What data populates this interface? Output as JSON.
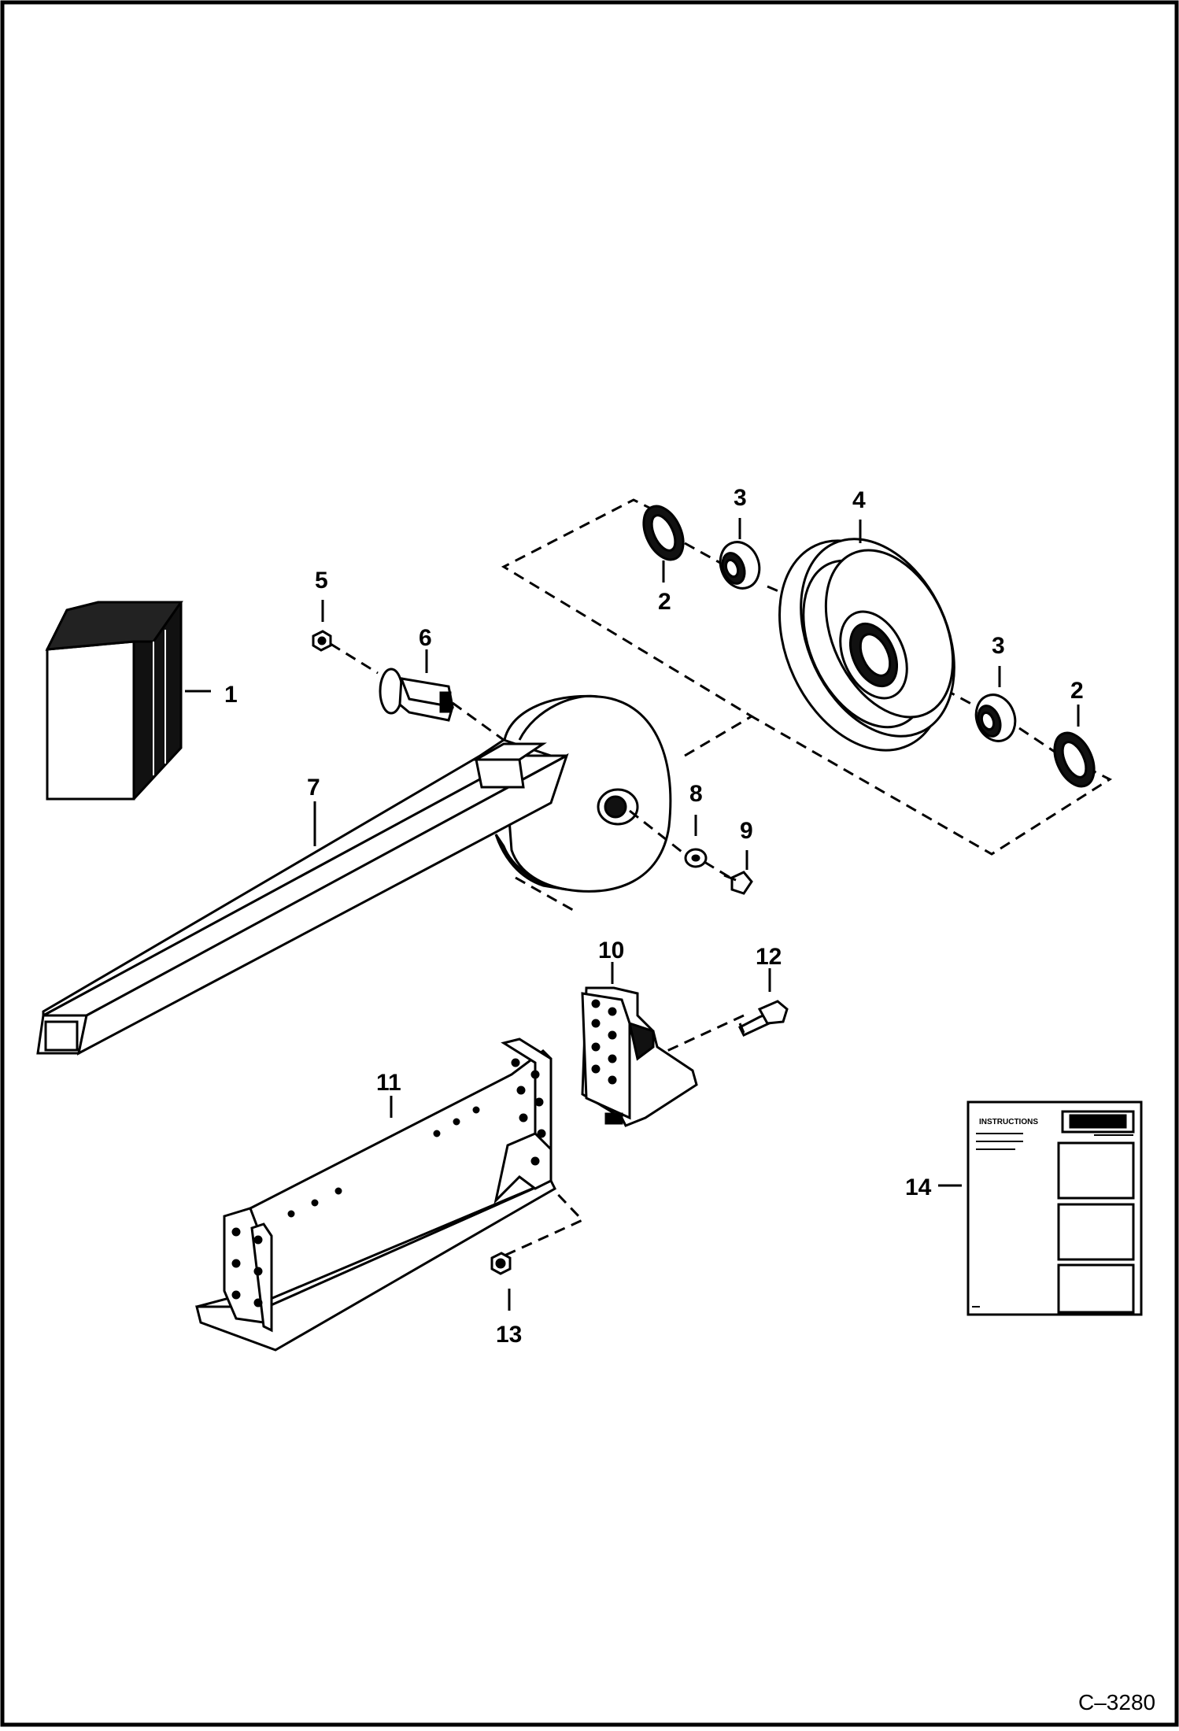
{
  "callouts": [
    "1",
    "2",
    "3",
    "4",
    "5",
    "6",
    "7",
    "8",
    "9",
    "10",
    "11",
    "12",
    "13",
    "14"
  ],
  "figure_code": "C–3280",
  "booklet": {
    "heading": "INSTRUCTIONS"
  },
  "colors": {
    "line": "#000000",
    "background": "#ffffff"
  }
}
